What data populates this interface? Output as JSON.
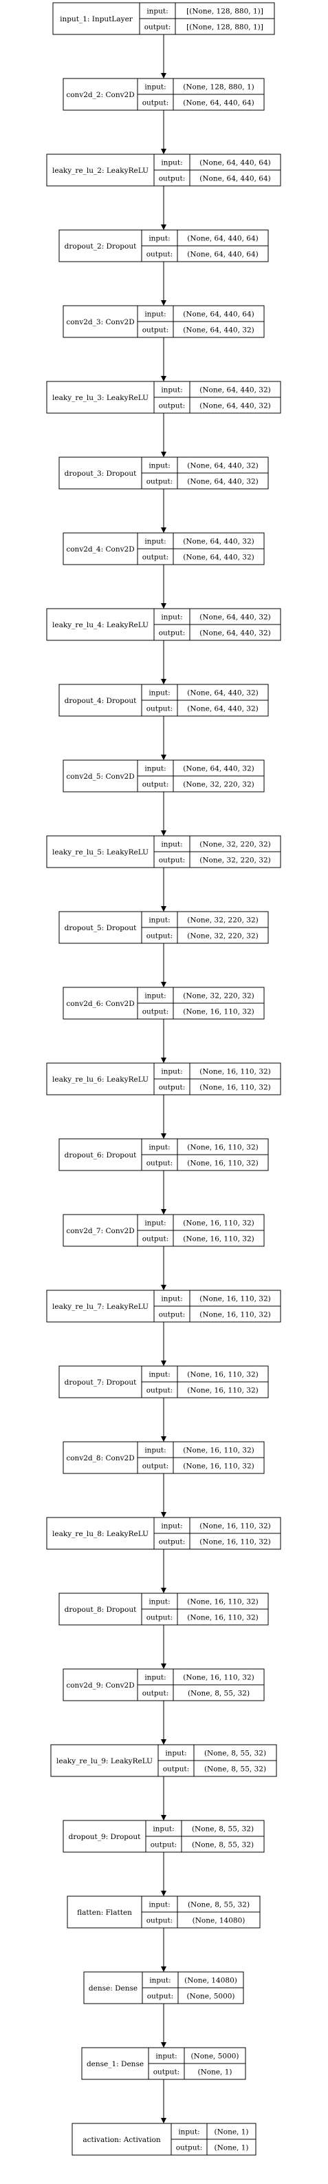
{
  "diagram": {
    "input_label": "input:",
    "output_label": "output:",
    "layers": [
      {
        "name": "input_1: InputLayer",
        "input": "[(None, 128, 880, 1)]",
        "output": "[(None, 128, 880, 1)]"
      },
      {
        "name": "conv2d_2: Conv2D",
        "input": "(None, 128, 880, 1)",
        "output": "(None, 64, 440, 64)"
      },
      {
        "name": "leaky_re_lu_2: LeakyReLU",
        "input": "(None, 64, 440, 64)",
        "output": "(None, 64, 440, 64)"
      },
      {
        "name": "dropout_2: Dropout",
        "input": "(None, 64, 440, 64)",
        "output": "(None, 64, 440, 64)"
      },
      {
        "name": "conv2d_3: Conv2D",
        "input": "(None, 64, 440, 64)",
        "output": "(None, 64, 440, 32)"
      },
      {
        "name": "leaky_re_lu_3: LeakyReLU",
        "input": "(None, 64, 440, 32)",
        "output": "(None, 64, 440, 32)"
      },
      {
        "name": "dropout_3: Dropout",
        "input": "(None, 64, 440, 32)",
        "output": "(None, 64, 440, 32)"
      },
      {
        "name": "conv2d_4: Conv2D",
        "input": "(None, 64, 440, 32)",
        "output": "(None, 64, 440, 32)"
      },
      {
        "name": "leaky_re_lu_4: LeakyReLU",
        "input": "(None, 64, 440, 32)",
        "output": "(None, 64, 440, 32)"
      },
      {
        "name": "dropout_4: Dropout",
        "input": "(None, 64, 440, 32)",
        "output": "(None, 64, 440, 32)"
      },
      {
        "name": "conv2d_5: Conv2D",
        "input": "(None, 64, 440, 32)",
        "output": "(None, 32, 220, 32)"
      },
      {
        "name": "leaky_re_lu_5: LeakyReLU",
        "input": "(None, 32, 220, 32)",
        "output": "(None, 32, 220, 32)"
      },
      {
        "name": "dropout_5: Dropout",
        "input": "(None, 32, 220, 32)",
        "output": "(None, 32, 220, 32)"
      },
      {
        "name": "conv2d_6: Conv2D",
        "input": "(None, 32, 220, 32)",
        "output": "(None, 16, 110, 32)"
      },
      {
        "name": "leaky_re_lu_6: LeakyReLU",
        "input": "(None, 16, 110, 32)",
        "output": "(None, 16, 110, 32)"
      },
      {
        "name": "dropout_6: Dropout",
        "input": "(None, 16, 110, 32)",
        "output": "(None, 16, 110, 32)"
      },
      {
        "name": "conv2d_7: Conv2D",
        "input": "(None, 16, 110, 32)",
        "output": "(None, 16, 110, 32)"
      },
      {
        "name": "leaky_re_lu_7: LeakyReLU",
        "input": "(None, 16, 110, 32)",
        "output": "(None, 16, 110, 32)"
      },
      {
        "name": "dropout_7: Dropout",
        "input": "(None, 16, 110, 32)",
        "output": "(None, 16, 110, 32)"
      },
      {
        "name": "conv2d_8: Conv2D",
        "input": "(None, 16, 110, 32)",
        "output": "(None, 16, 110, 32)"
      },
      {
        "name": "leaky_re_lu_8: LeakyReLU",
        "input": "(None, 16, 110, 32)",
        "output": "(None, 16, 110, 32)"
      },
      {
        "name": "dropout_8: Dropout",
        "input": "(None, 16, 110, 32)",
        "output": "(None, 16, 110, 32)"
      },
      {
        "name": "conv2d_9: Conv2D",
        "input": "(None, 16, 110, 32)",
        "output": "(None, 8, 55, 32)"
      },
      {
        "name": "leaky_re_lu_9: LeakyReLU",
        "input": "(None, 8, 55, 32)",
        "output": "(None, 8, 55, 32)"
      },
      {
        "name": "dropout_9: Dropout",
        "input": "(None, 8, 55, 32)",
        "output": "(None, 8, 55, 32)"
      },
      {
        "name": "flatten: Flatten",
        "input": "(None, 8, 55, 32)",
        "output": "(None, 14080)"
      },
      {
        "name": "dense: Dense",
        "input": "(None, 14080)",
        "output": "(None, 5000)"
      },
      {
        "name": "dense_1: Dense",
        "input": "(None, 5000)",
        "output": "(None, 1)"
      },
      {
        "name": "activation: Activation",
        "input": "(None, 1)",
        "output": "(None, 1)"
      }
    ]
  }
}
